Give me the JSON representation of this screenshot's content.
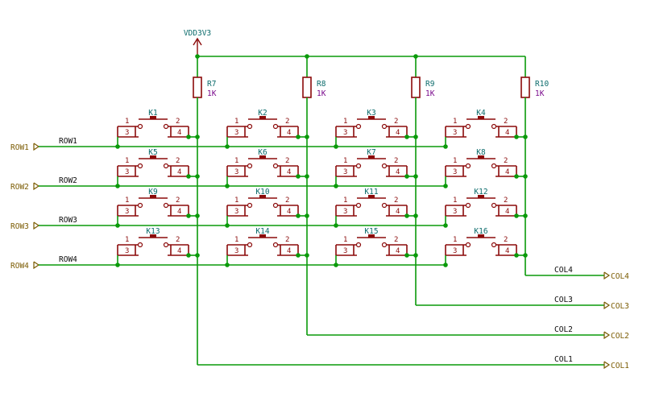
{
  "power": {
    "label": "VDD3V3"
  },
  "resistors": [
    {
      "ref": "R7",
      "value": "1K"
    },
    {
      "ref": "R8",
      "value": "1K"
    },
    {
      "ref": "R9",
      "value": "1K"
    },
    {
      "ref": "R10",
      "value": "1K"
    }
  ],
  "switches": [
    "K1",
    "K2",
    "K3",
    "K4",
    "K5",
    "K6",
    "K7",
    "K8",
    "K9",
    "K10",
    "K11",
    "K12",
    "K13",
    "K14",
    "K15",
    "K16"
  ],
  "pin_numbers": {
    "p1": "1",
    "p2": "2",
    "p3": "3",
    "p4": "4"
  },
  "rows": [
    {
      "global": "ROW1",
      "net": "ROW1"
    },
    {
      "global": "ROW2",
      "net": "ROW2"
    },
    {
      "global": "ROW3",
      "net": "ROW3"
    },
    {
      "global": "ROW4",
      "net": "ROW4"
    }
  ],
  "cols": [
    {
      "global": "COL4",
      "net": "COL4"
    },
    {
      "global": "COL3",
      "net": "COL3"
    },
    {
      "global": "COL2",
      "net": "COL2"
    },
    {
      "global": "COL1",
      "net": "COL1"
    }
  ],
  "colors": {
    "wire": "#0a9a0a",
    "component": "#8b0a0a",
    "reference": "#0b6b6b",
    "value": "#7a0a8c",
    "global_label": "#7a5a00"
  }
}
